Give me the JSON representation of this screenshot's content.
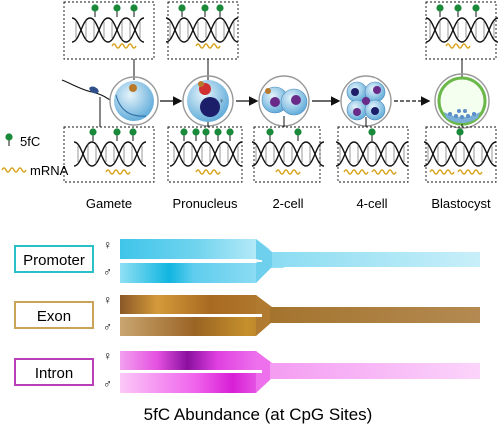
{
  "legend": {
    "mark_label": "5fC",
    "rna_label": "mRNA"
  },
  "stages": [
    {
      "label": "Gamete"
    },
    {
      "label": "Pronucleus"
    },
    {
      "label": "2-cell"
    },
    {
      "label": "4-cell"
    },
    {
      "label": "Blastocyst"
    }
  ],
  "regions": [
    {
      "label": "Promoter",
      "box_color": "#29c0c8",
      "female": "♀",
      "male": "♂"
    },
    {
      "label": "Exon",
      "box_color": "#c9a458",
      "female": "♀",
      "male": "♂"
    },
    {
      "label": "Intron",
      "box_color": "#b83fb8",
      "female": "♀",
      "male": "♂"
    }
  ],
  "footer": {
    "title": "5fC Abundance (at CpG Sites)"
  },
  "colors": {
    "mark": "#1a8a3a",
    "rna": "#d9a520",
    "promoter": "#5ccbe8",
    "exon": "#a0682a",
    "intron": "#e45ce4"
  }
}
